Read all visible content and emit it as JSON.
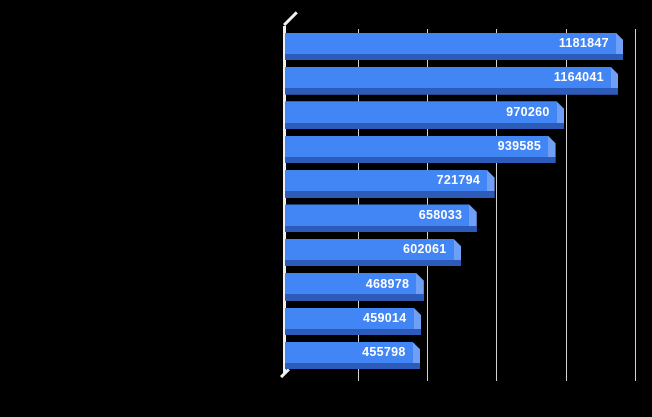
{
  "colors": {
    "background": "#000000",
    "bar_face": "#4285f4",
    "bar_depth": "#2d5bb9",
    "bar_end_cap": "#6fa0f6",
    "axis_wall": "#f0f0f0",
    "gridline": "#d2d2d2",
    "value_label": "#ffffff"
  },
  "chart_data": {
    "type": "bar",
    "orientation": "horizontal",
    "style": "3d-effect",
    "values": [
      1181847,
      1164041,
      970260,
      939585,
      721794,
      658033,
      602061,
      468978,
      459014,
      455798
    ],
    "data_labels": [
      "1181847",
      "1164041",
      "970260",
      "939585",
      "721794",
      "658033",
      "602061",
      "468978",
      "459014",
      "455798"
    ],
    "bar_count": 10,
    "xlim": [
      0,
      1250000
    ],
    "x_tick_interval": 250000,
    "grid": true,
    "legend_position": "none",
    "data_labels_position": "inside-end"
  }
}
